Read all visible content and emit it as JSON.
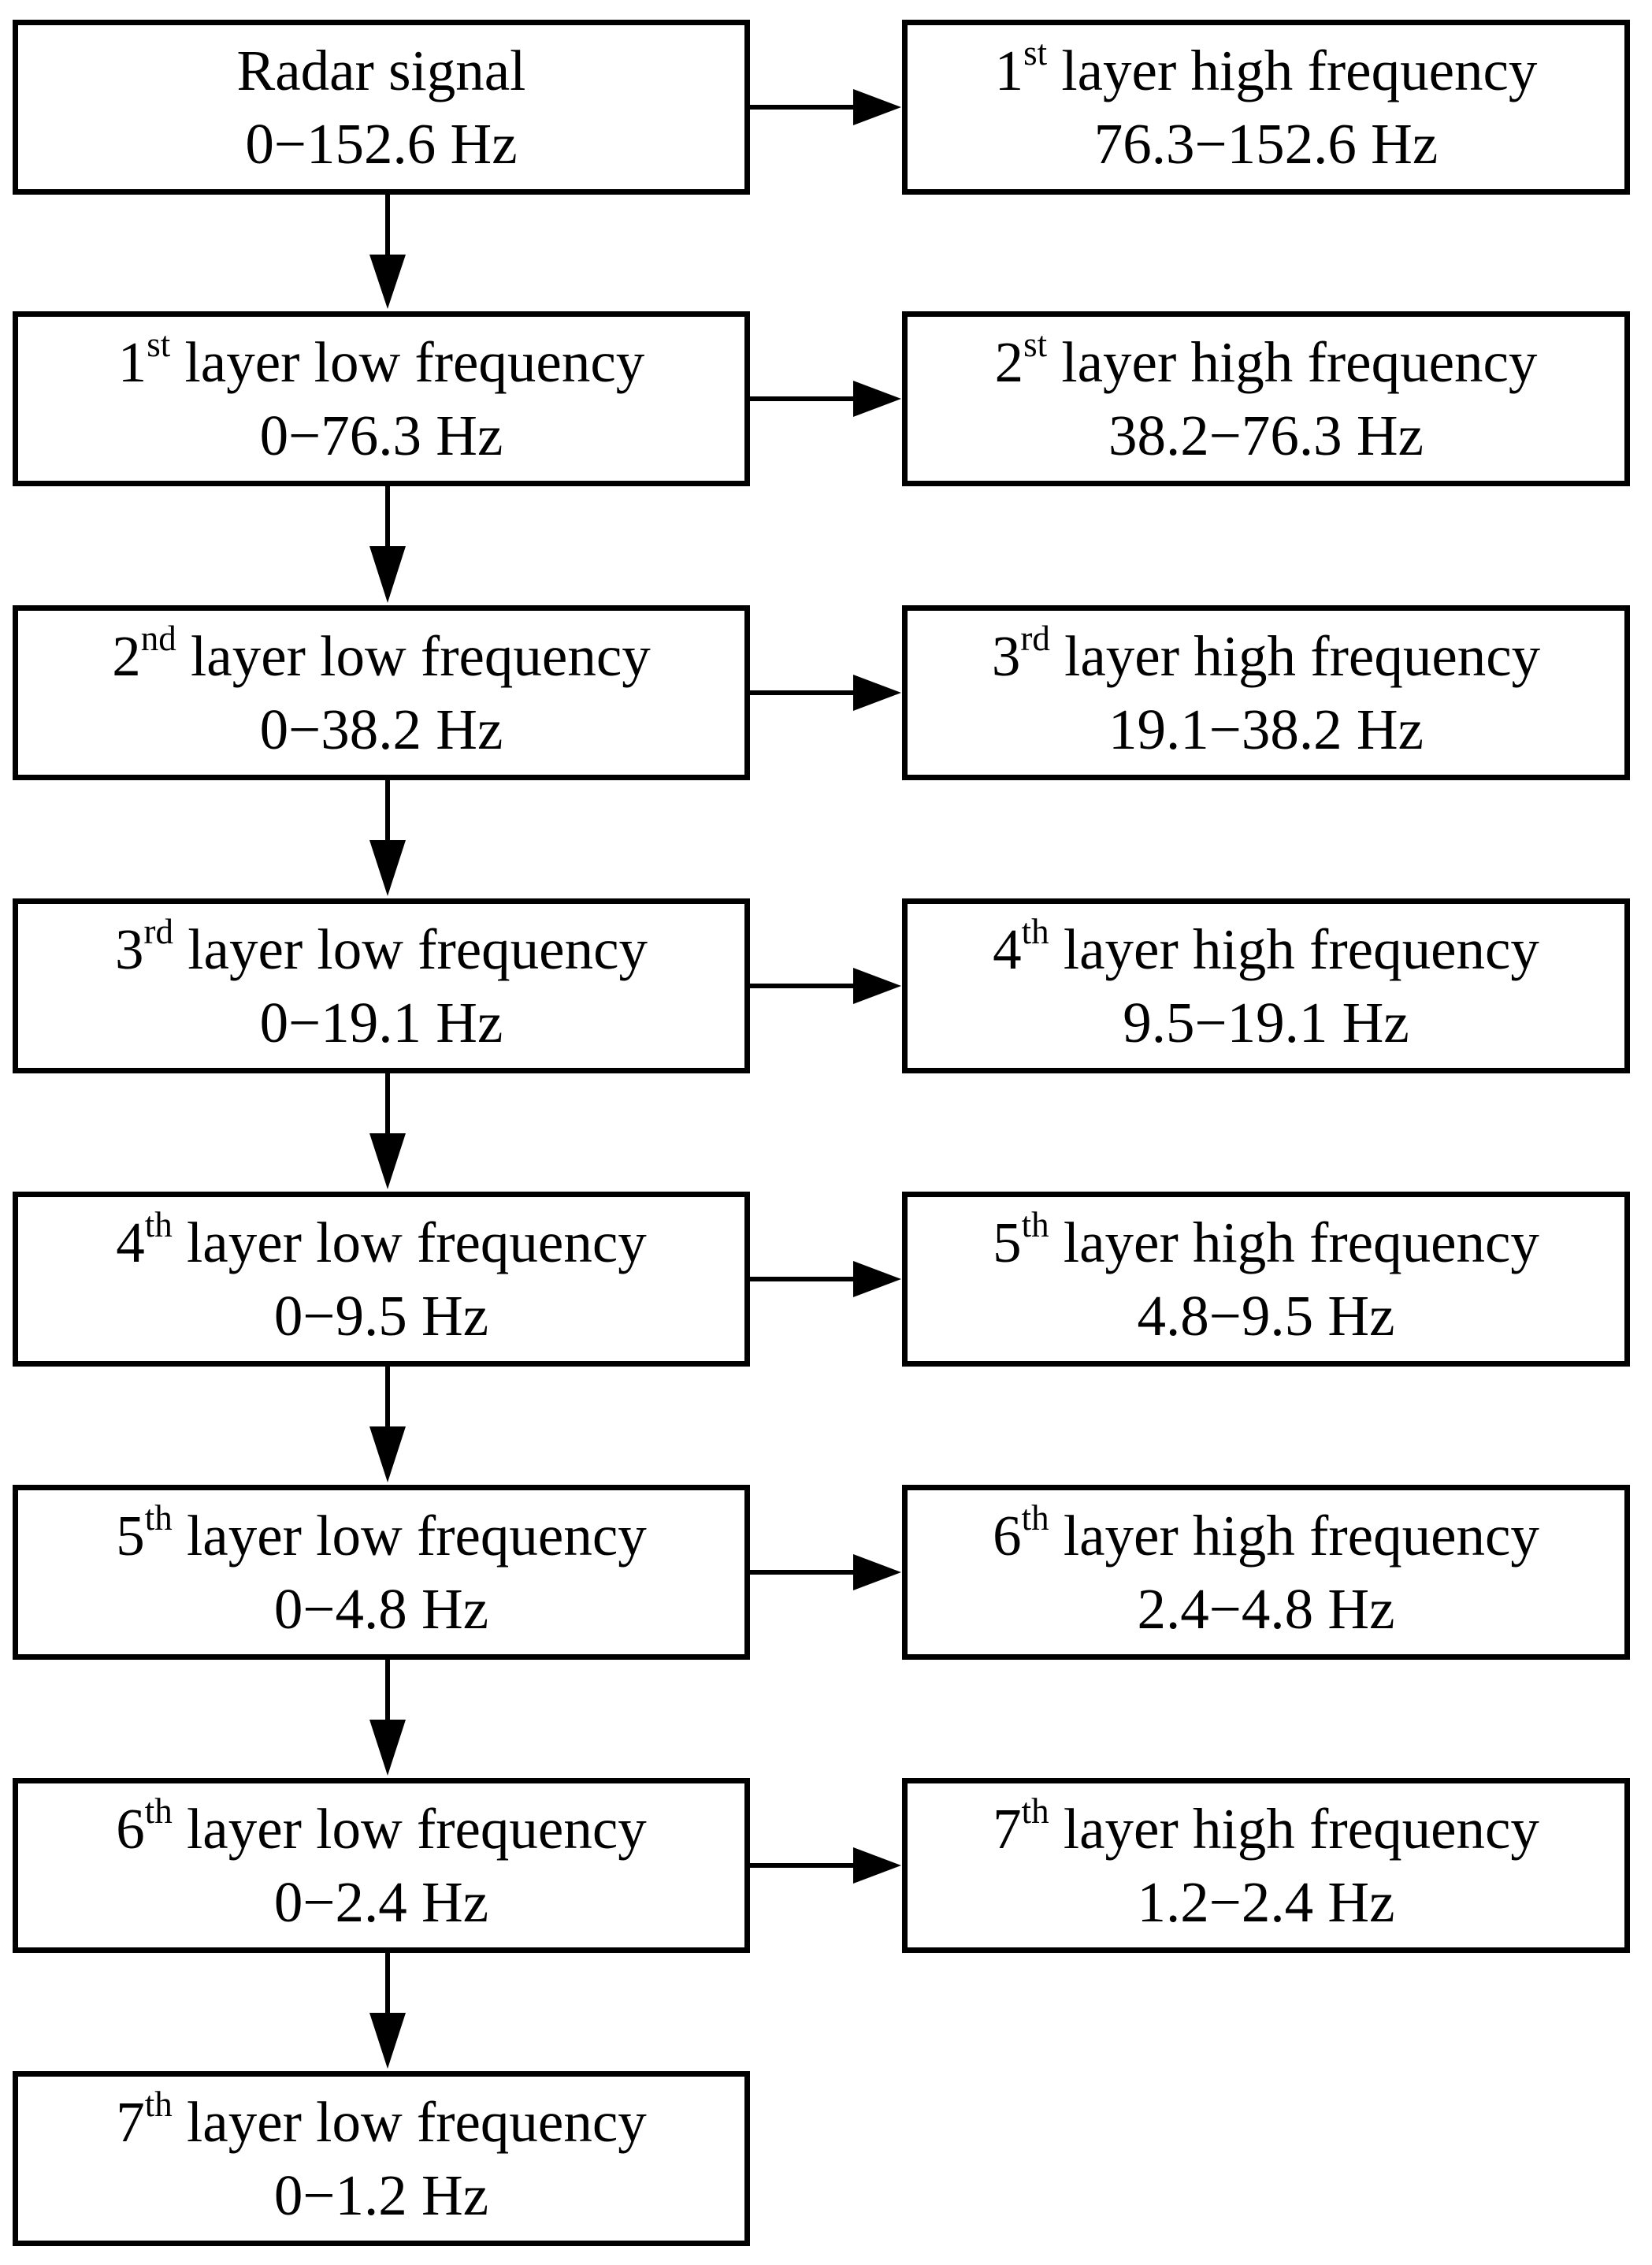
{
  "figure": {
    "background_color": "#ffffff",
    "line_color": "#000000"
  },
  "left_column": [
    {
      "text1": "Radar signal",
      "sup": "",
      "text2": "",
      "range": "0−152.6 Hz"
    },
    {
      "text1": "1",
      "sup": "st",
      "text2": " layer low frequency",
      "range": "0−76.3 Hz"
    },
    {
      "text1": "2",
      "sup": "nd",
      "text2": " layer low frequency",
      "range": "0−38.2 Hz"
    },
    {
      "text1": "3",
      "sup": "rd",
      "text2": " layer low frequency",
      "range": "0−19.1 Hz"
    },
    {
      "text1": "4",
      "sup": "th",
      "text2": " layer low frequency",
      "range": "0−9.5 Hz"
    },
    {
      "text1": "5",
      "sup": "th",
      "text2": " layer low frequency",
      "range": "0−4.8 Hz"
    },
    {
      "text1": "6",
      "sup": "th",
      "text2": " layer low frequency",
      "range": "0−2.4 Hz"
    },
    {
      "text1": "7",
      "sup": "th",
      "text2": " layer low frequency",
      "range": "0−1.2 Hz"
    }
  ],
  "right_column": [
    {
      "text1": "1",
      "sup": "st",
      "text2": " layer high frequency",
      "range": "76.3−152.6 Hz"
    },
    {
      "text1": "2",
      "sup": "st",
      "text2": " layer high frequency",
      "range": "38.2−76.3 Hz"
    },
    {
      "text1": "3",
      "sup": "rd",
      "text2": " layer high frequency",
      "range": "19.1−38.2 Hz"
    },
    {
      "text1": "4",
      "sup": "th",
      "text2": " layer high frequency",
      "range": "9.5−19.1 Hz"
    },
    {
      "text1": "5",
      "sup": "th",
      "text2": " layer high frequency",
      "range": "4.8−9.5 Hz"
    },
    {
      "text1": "6",
      "sup": "th",
      "text2": " layer high frequency",
      "range": "2.4−4.8 Hz"
    },
    {
      "text1": "7",
      "sup": "th",
      "text2": " layer high frequency",
      "range": "1.2−2.4 Hz"
    }
  ]
}
